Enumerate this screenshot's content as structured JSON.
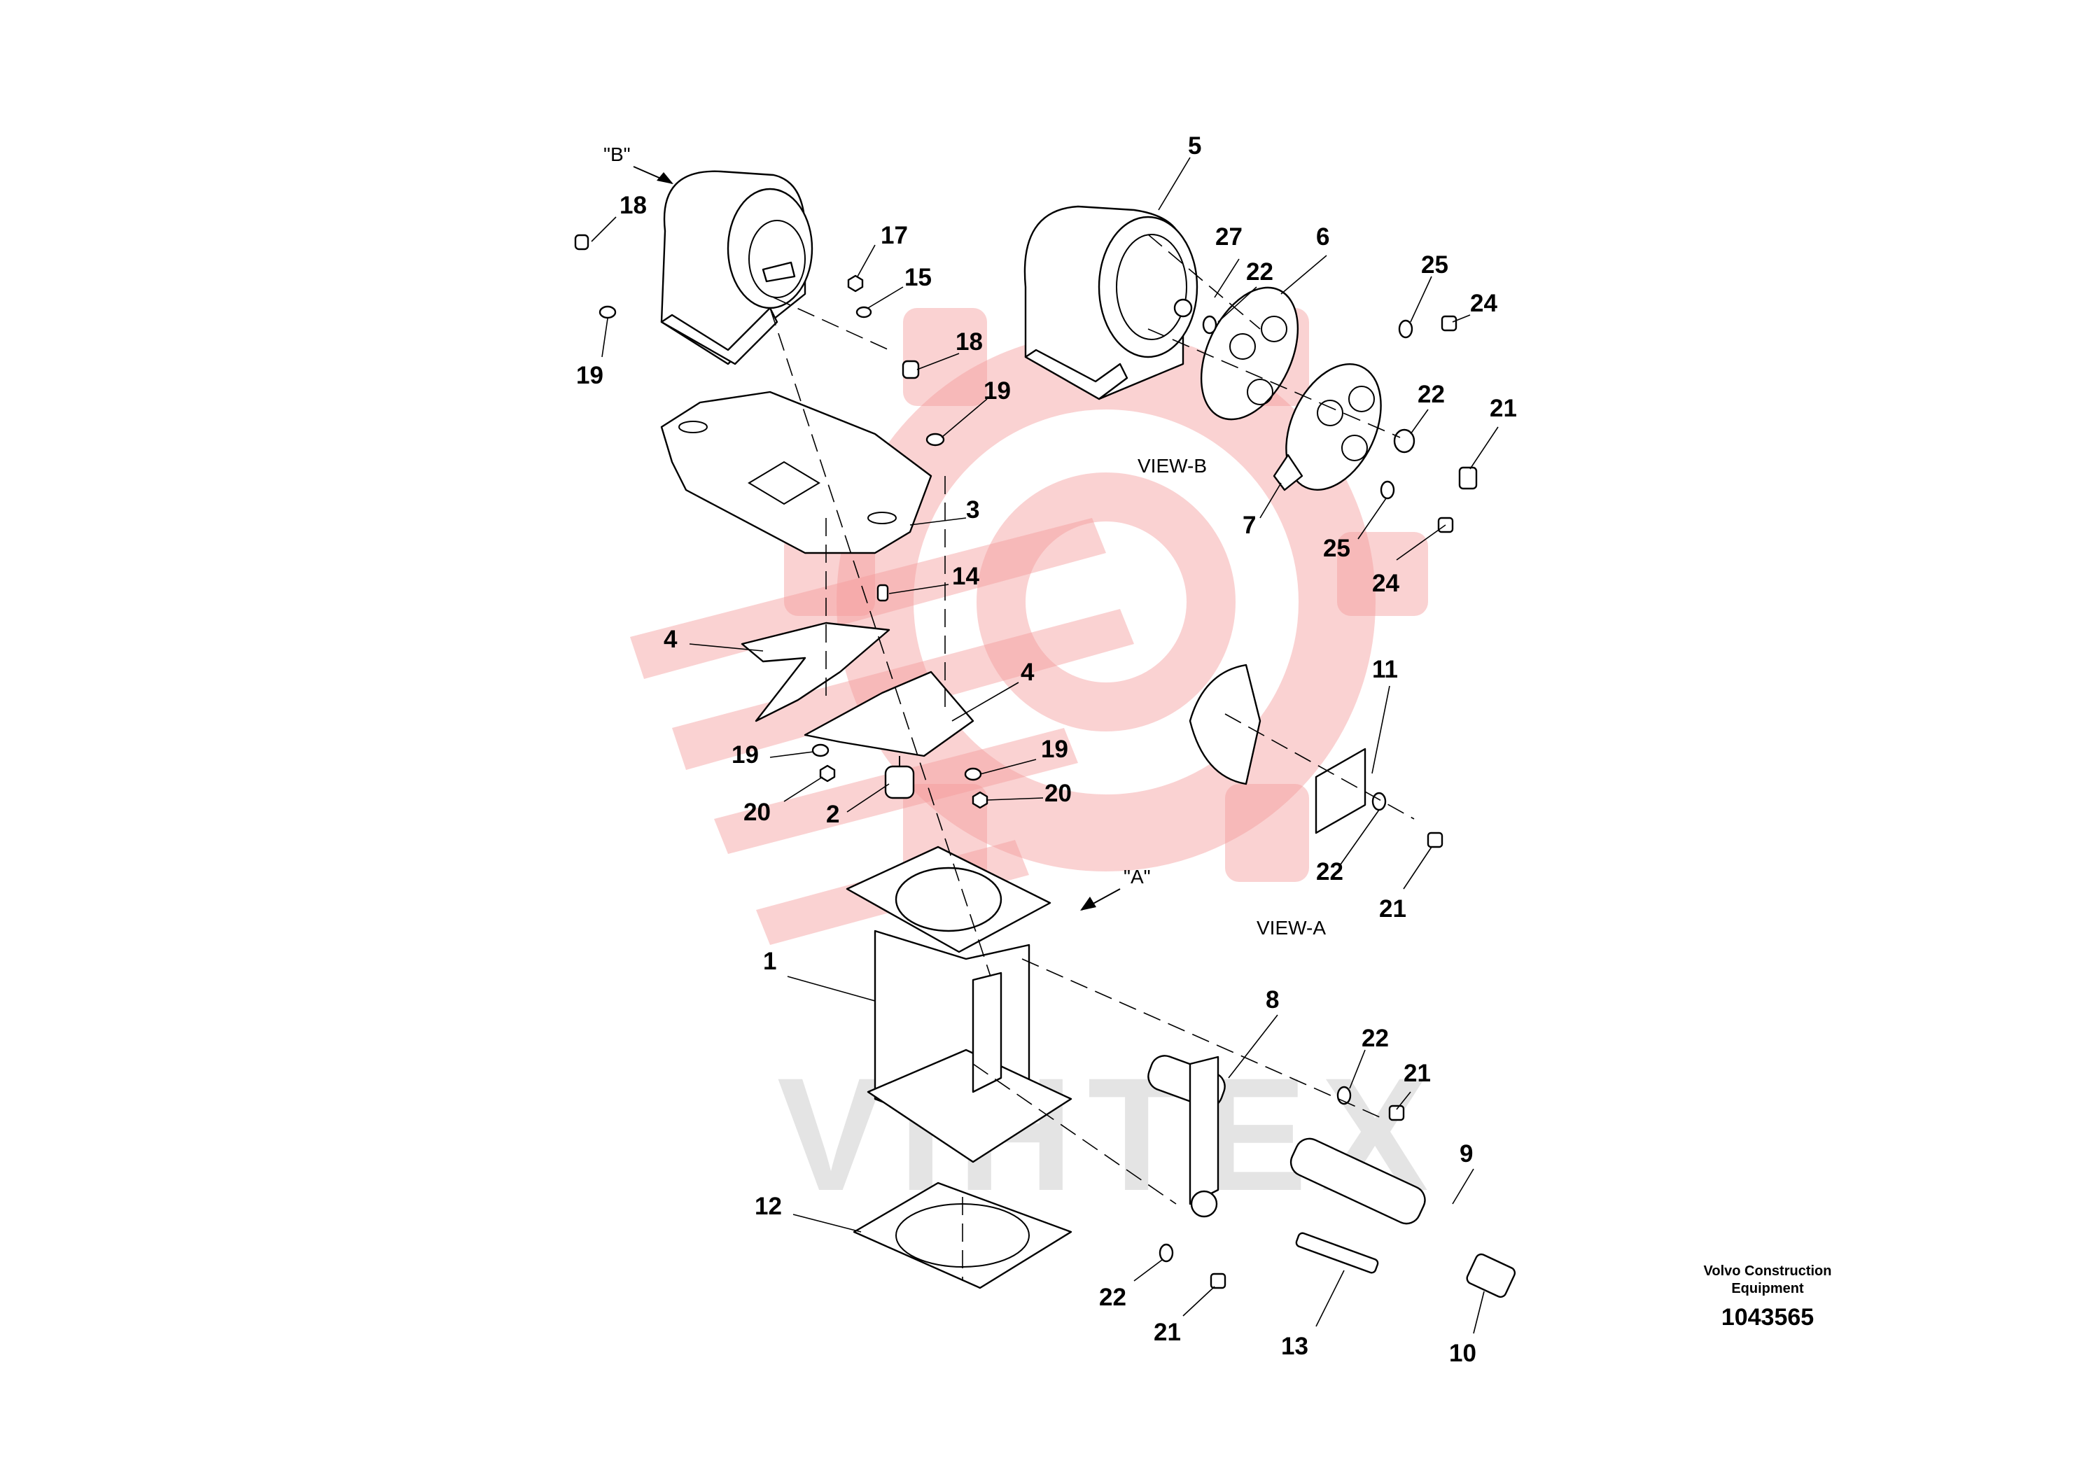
{
  "watermark": {
    "text": "VIHTEX",
    "color": "#f08080"
  },
  "views": [
    {
      "id": "B",
      "ref_label": "\"B\"",
      "view_label": "VIEW-B"
    },
    {
      "id": "A",
      "ref_label": "\"A\"",
      "view_label": "VIEW-A"
    }
  ],
  "callouts": [
    "18",
    "19",
    "17",
    "15",
    "18",
    "19",
    "3",
    "14",
    "4",
    "4",
    "19",
    "20",
    "19",
    "20",
    "2",
    "1",
    "12",
    "5",
    "27",
    "22",
    "6",
    "25",
    "24",
    "22",
    "21",
    "7",
    "25",
    "24",
    "11",
    "22",
    "21",
    "8",
    "22",
    "21",
    "9",
    "22",
    "21",
    "13",
    "10"
  ],
  "footer": {
    "brand_line1": "Volvo Construction",
    "brand_line2": "Equipment",
    "drawing_number": "1043565"
  }
}
